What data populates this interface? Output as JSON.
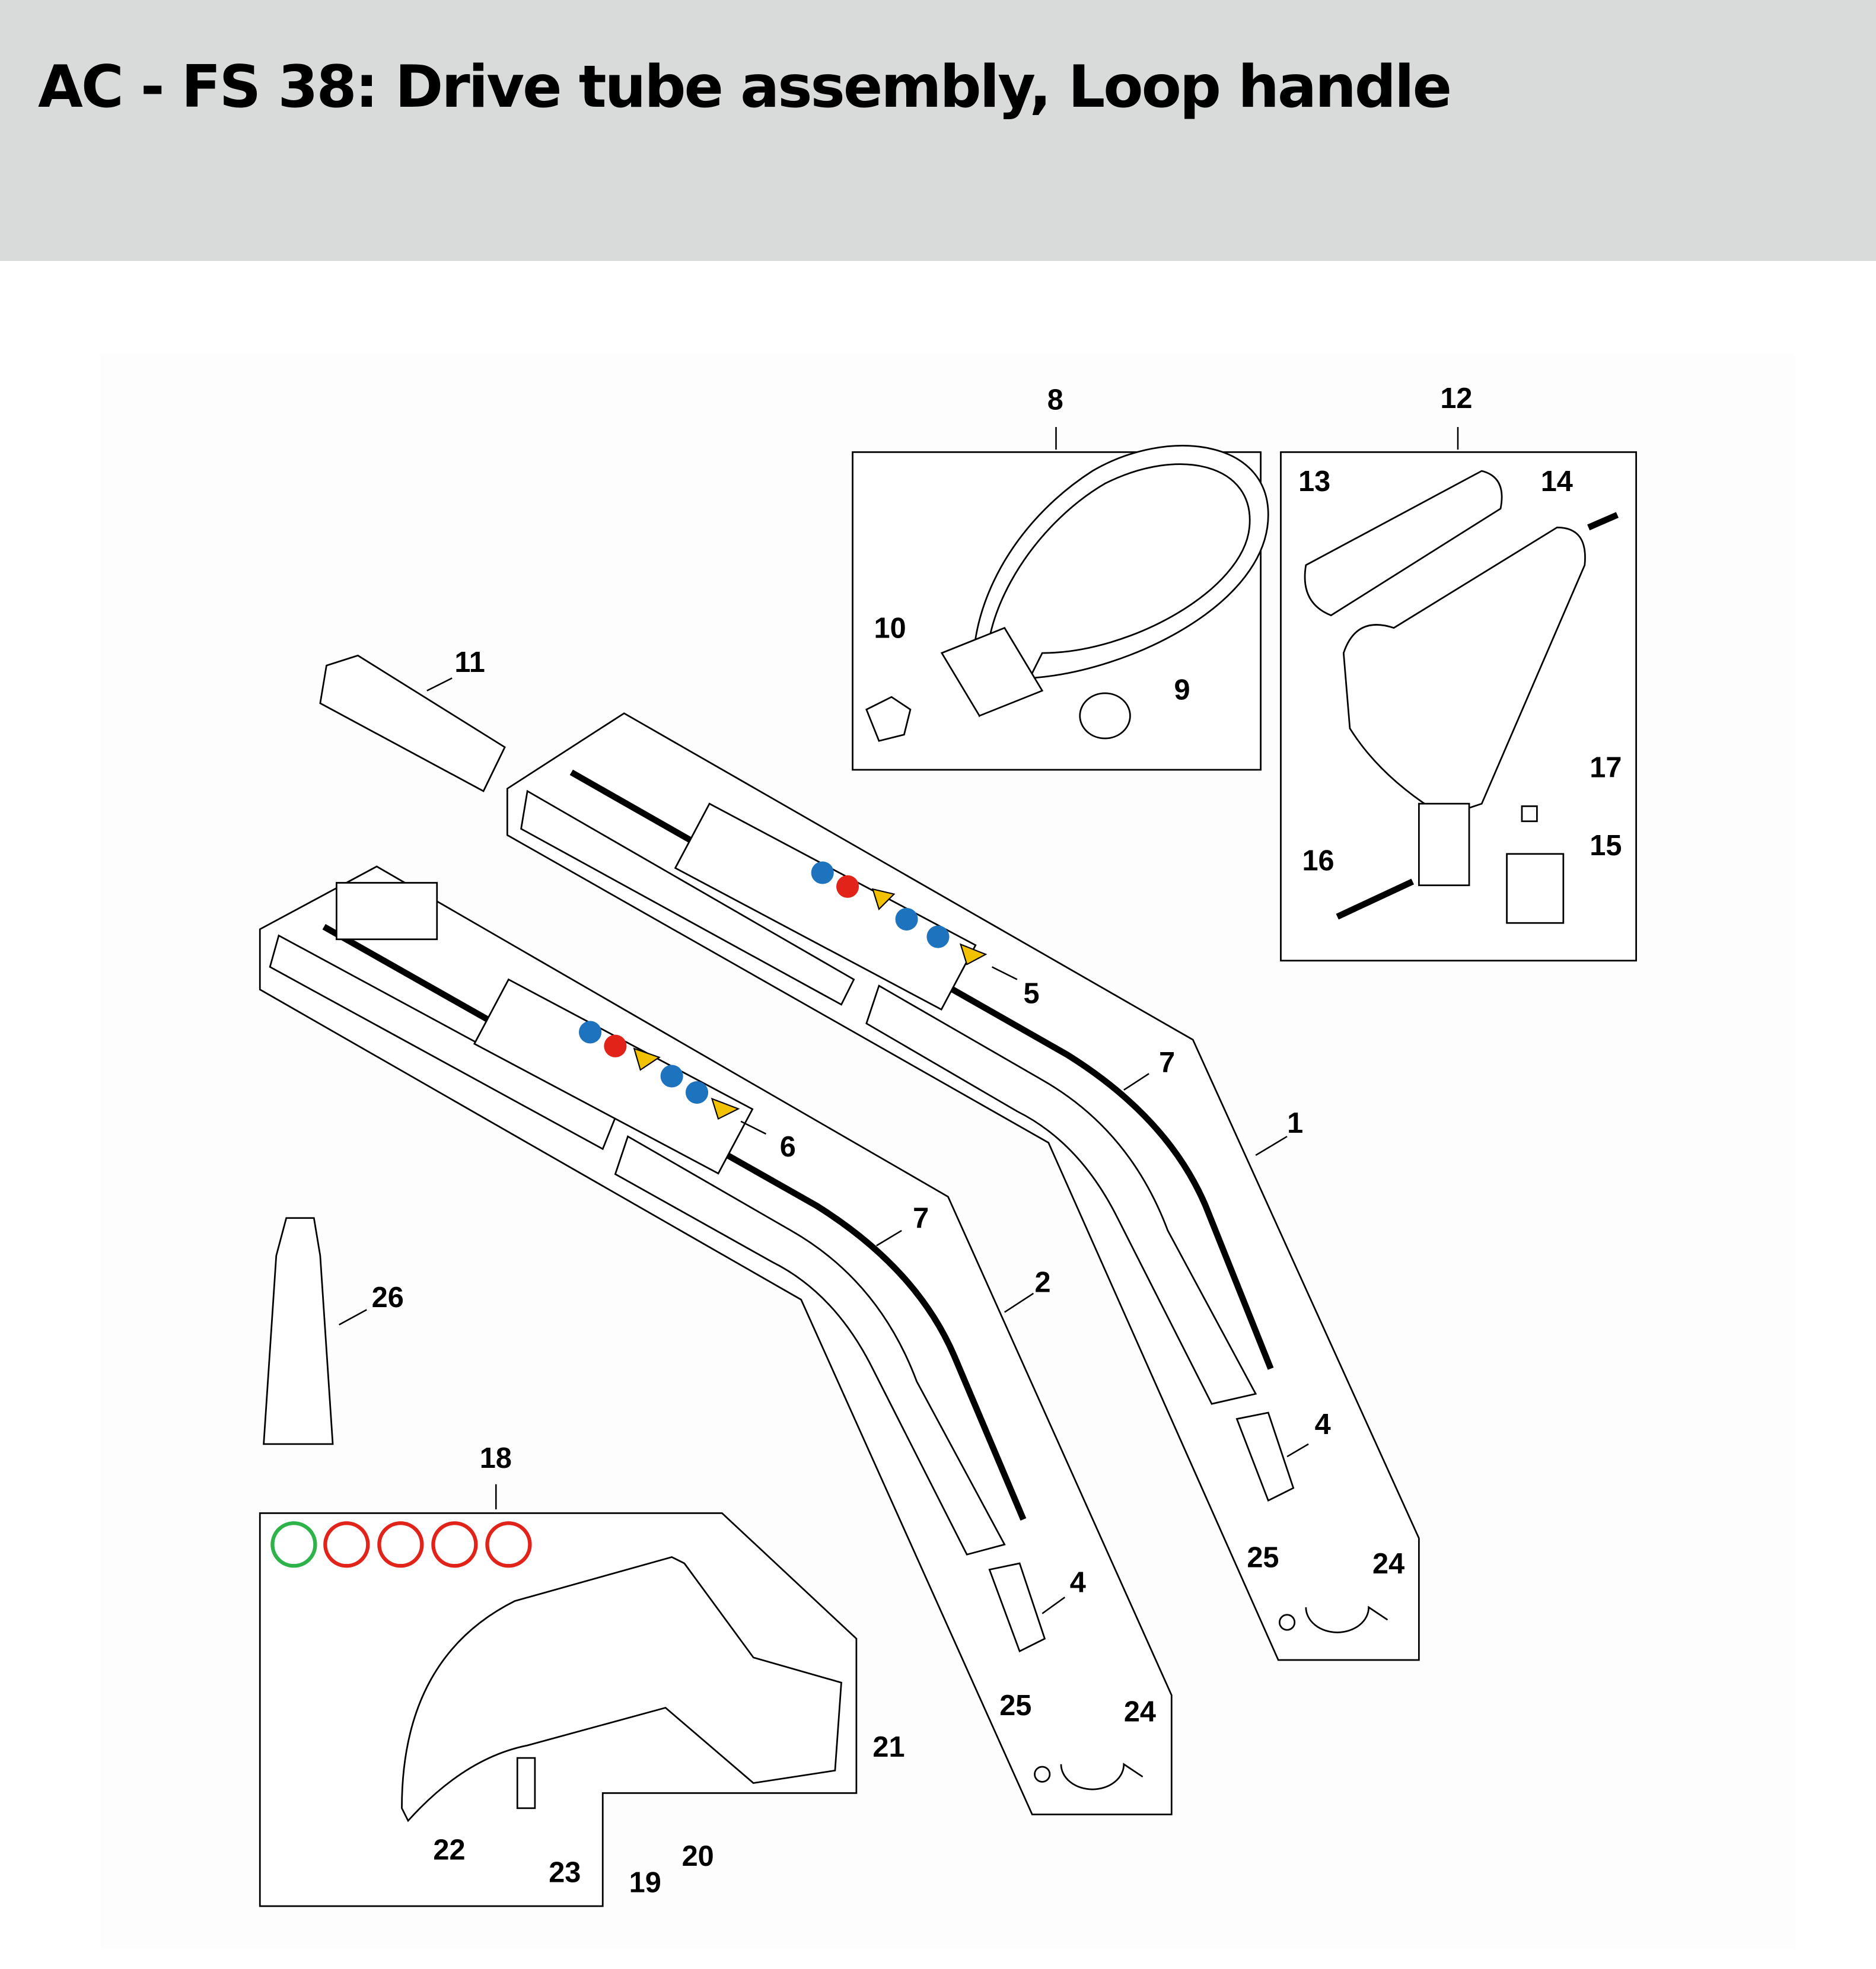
{
  "header": {
    "title": "AC - FS 38: Drive tube assembly, Loop handle"
  },
  "callouts": {
    "c1": "1",
    "c2": "2",
    "c4a": "4",
    "c4b": "4",
    "c5": "5",
    "c6": "6",
    "c7a": "7",
    "c7b": "7",
    "c8": "8",
    "c9": "9",
    "c10": "10",
    "c11": "11",
    "c12": "12",
    "c13": "13",
    "c14": "14",
    "c15": "15",
    "c16": "16",
    "c17": "17",
    "c18": "18",
    "c19": "19",
    "c20": "20",
    "c21": "21",
    "c22": "22",
    "c23": "23",
    "c24a": "24",
    "c24b": "24",
    "c25a": "25",
    "c25b": "25",
    "c26": "26"
  },
  "colors": {
    "header_bg": "#d9dbda",
    "warning_yellow": "#f2c200",
    "mandatory_blue": "#1e73be",
    "prohibit_red": "#e2231a",
    "allowed_green": "#2db34a"
  }
}
